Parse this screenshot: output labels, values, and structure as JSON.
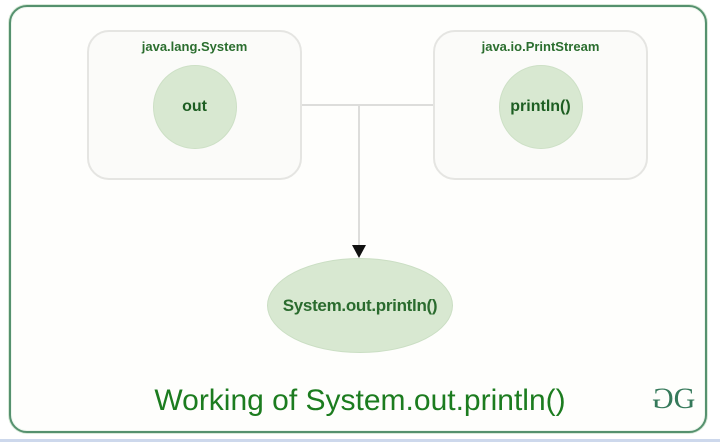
{
  "diagram": {
    "title": "Working of System.out.println()",
    "boxes": [
      {
        "label": "java.lang.System",
        "node": "out"
      },
      {
        "label": "java.io.PrintStream",
        "node": "println()"
      }
    ],
    "result_node": "System.out.println()",
    "logo": {
      "left_glyph": "G",
      "right_glyph": "G"
    },
    "colors": {
      "frame_border": "#55916e",
      "box_border": "#e5e5e2",
      "box_fill": "#fbfbf9",
      "node_fill": "#d8e8d1",
      "node_text": "#1d5e22",
      "label_text": "#2b6e2f",
      "connector_line": "#dddddb",
      "arrowhead": "#111111",
      "title_text": "#1c7c1f",
      "logo_text": "#35795a",
      "bottom_strip": "#cdd8ec"
    }
  }
}
